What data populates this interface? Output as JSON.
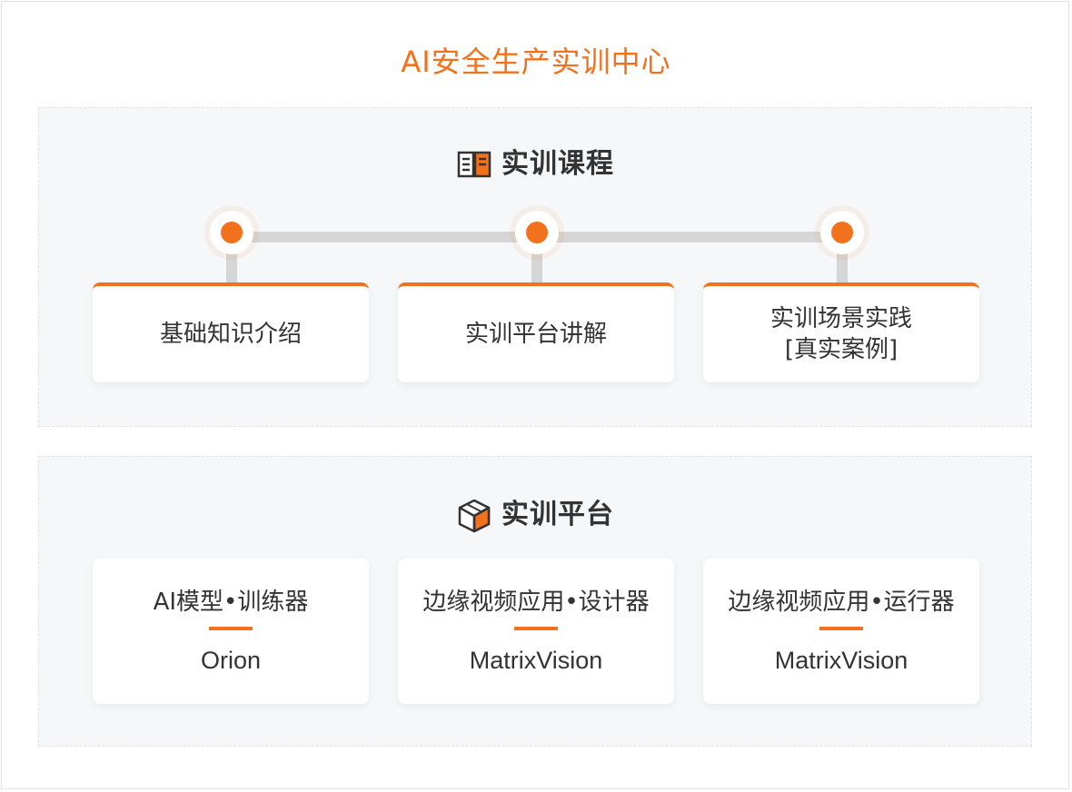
{
  "page": {
    "title": "AI安全生产实训中心"
  },
  "courses": {
    "title": "实训课程",
    "icon": "open-book-icon",
    "items": [
      {
        "lines": [
          "基础知识介绍"
        ]
      },
      {
        "lines": [
          "实训平台讲解"
        ]
      },
      {
        "lines": [
          "实训场景实践",
          "[真实案例]"
        ]
      }
    ]
  },
  "platform": {
    "title": "实训平台",
    "icon": "cube-box-icon",
    "items": [
      {
        "name": "AI模型•训练器",
        "brand": "Orion"
      },
      {
        "name": "边缘视频应用•设计器",
        "brand": "MatrixVision"
      },
      {
        "name": "边缘视频应用•运行器",
        "brand": "MatrixVision"
      }
    ]
  },
  "colors": {
    "accent": "#f2711c",
    "connector": "#d6d6d6",
    "section_bg": "#f6f7f9",
    "text": "#333333"
  }
}
